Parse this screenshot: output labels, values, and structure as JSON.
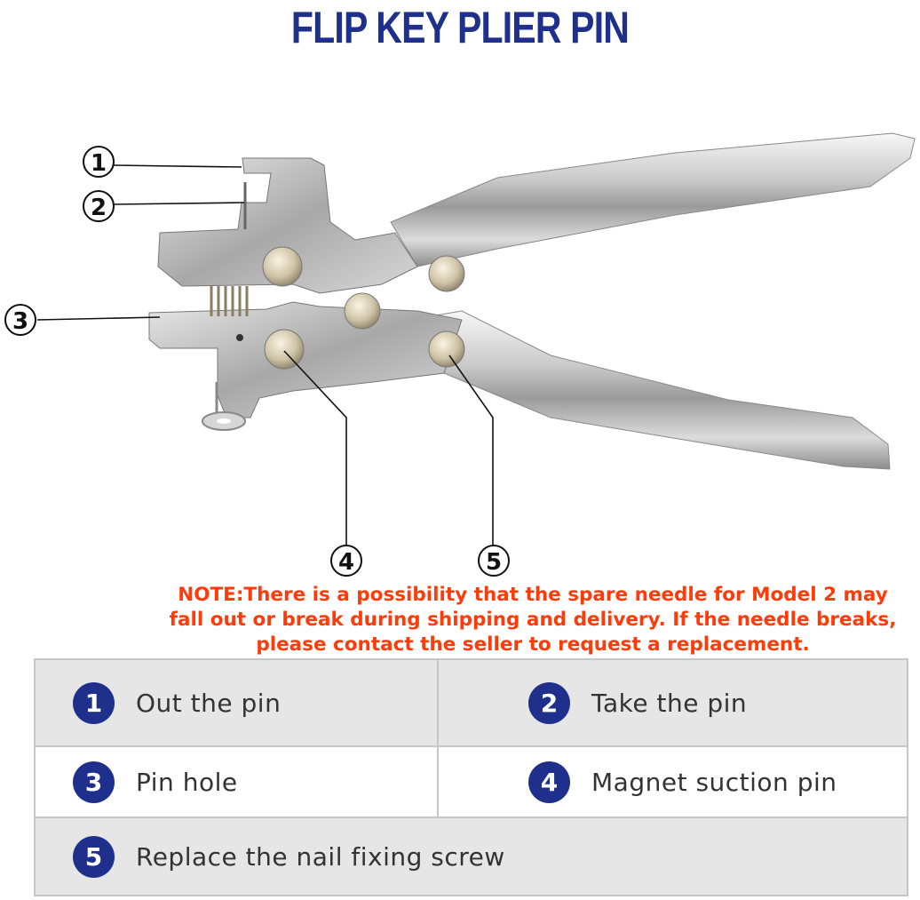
{
  "title": "FLIP KEY PLIER PIN",
  "callouts": [
    "1",
    "2",
    "3",
    "4",
    "5"
  ],
  "note": {
    "line1": "NOTE:There is a possibility that the spare needle for Model 2 may",
    "line2": "fall out or break during shipping and delivery. If the needle breaks,",
    "line3": "please contact the seller to request a replacement."
  },
  "legend": [
    {
      "num": "1",
      "label": "Out the pin"
    },
    {
      "num": "2",
      "label": "Take the pin"
    },
    {
      "num": "3",
      "label": "Pin hole"
    },
    {
      "num": "4",
      "label": "Magnet suction pin"
    },
    {
      "num": "5",
      "label": "Replace the nail fixing screw"
    }
  ],
  "colors": {
    "title": "#1f2f8c",
    "note": "#ff3b0a",
    "badge": "#1f2f8c",
    "legend_bg": "#e6e6e6",
    "legend_border": "#c6c6c6"
  }
}
